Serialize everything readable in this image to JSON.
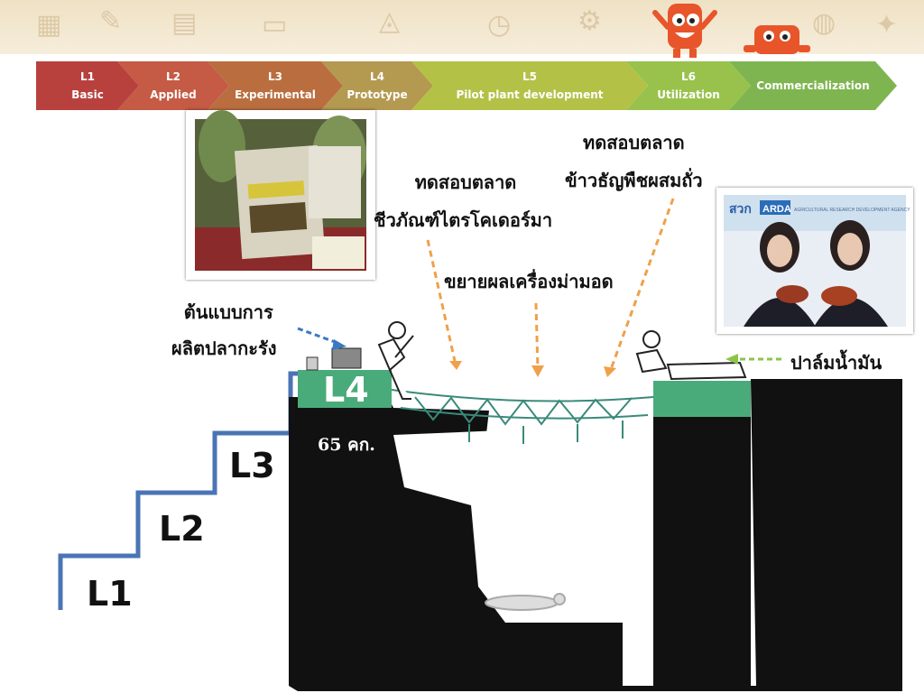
{
  "levels": [
    {
      "code": "L1",
      "name": "Basic",
      "color": "#b8413e"
    },
    {
      "code": "L2",
      "name": "Applied",
      "color": "#c55a45"
    },
    {
      "code": "L3",
      "name": "Experimental",
      "color": "#ba6e3f"
    },
    {
      "code": "L4",
      "name": "Prototype",
      "color": "#b49950"
    },
    {
      "code": "L5",
      "name": "Pilot plant development",
      "color": "#b4c147"
    },
    {
      "code": "L6",
      "name": "Utilization",
      "color": "#99c24d"
    },
    {
      "code": "",
      "name": "Commercialization",
      "color": "#7fb550"
    }
  ],
  "captions": {
    "fish_prototype": [
      "ต้นแบบการ",
      "ผลิตปลากะรัง"
    ],
    "trichoderma": [
      "ทดสอบตลาด",
      "ชีวภัณฑ์ไตรโคเดอร์มา"
    ],
    "mulberry": "ขยายผลเครื่องม่ามอด",
    "grain_mix": [
      "ทดสอบตลาด",
      "ข้าวธัญพืชผสมถั่ว"
    ],
    "oil_palm": "ปาล์มน้ำมัน"
  },
  "stairs": {
    "l1": "L1",
    "l2": "L2",
    "l3": "L3",
    "l4": "L4",
    "weight": "65 คก."
  },
  "photo_banner": {
    "logo_th": "สวก",
    "logo_en": "ARDA",
    "agency": "AGRICULTURAL RESEARCH DEVELOPMENT AGENCY"
  },
  "colors": {
    "stair_line": "#4a74b4",
    "cliff_top": "#4aab7a",
    "arrow_orange": "#f0a04a",
    "arrow_blue": "#3b78c4",
    "arrow_green": "#8cc44a"
  }
}
